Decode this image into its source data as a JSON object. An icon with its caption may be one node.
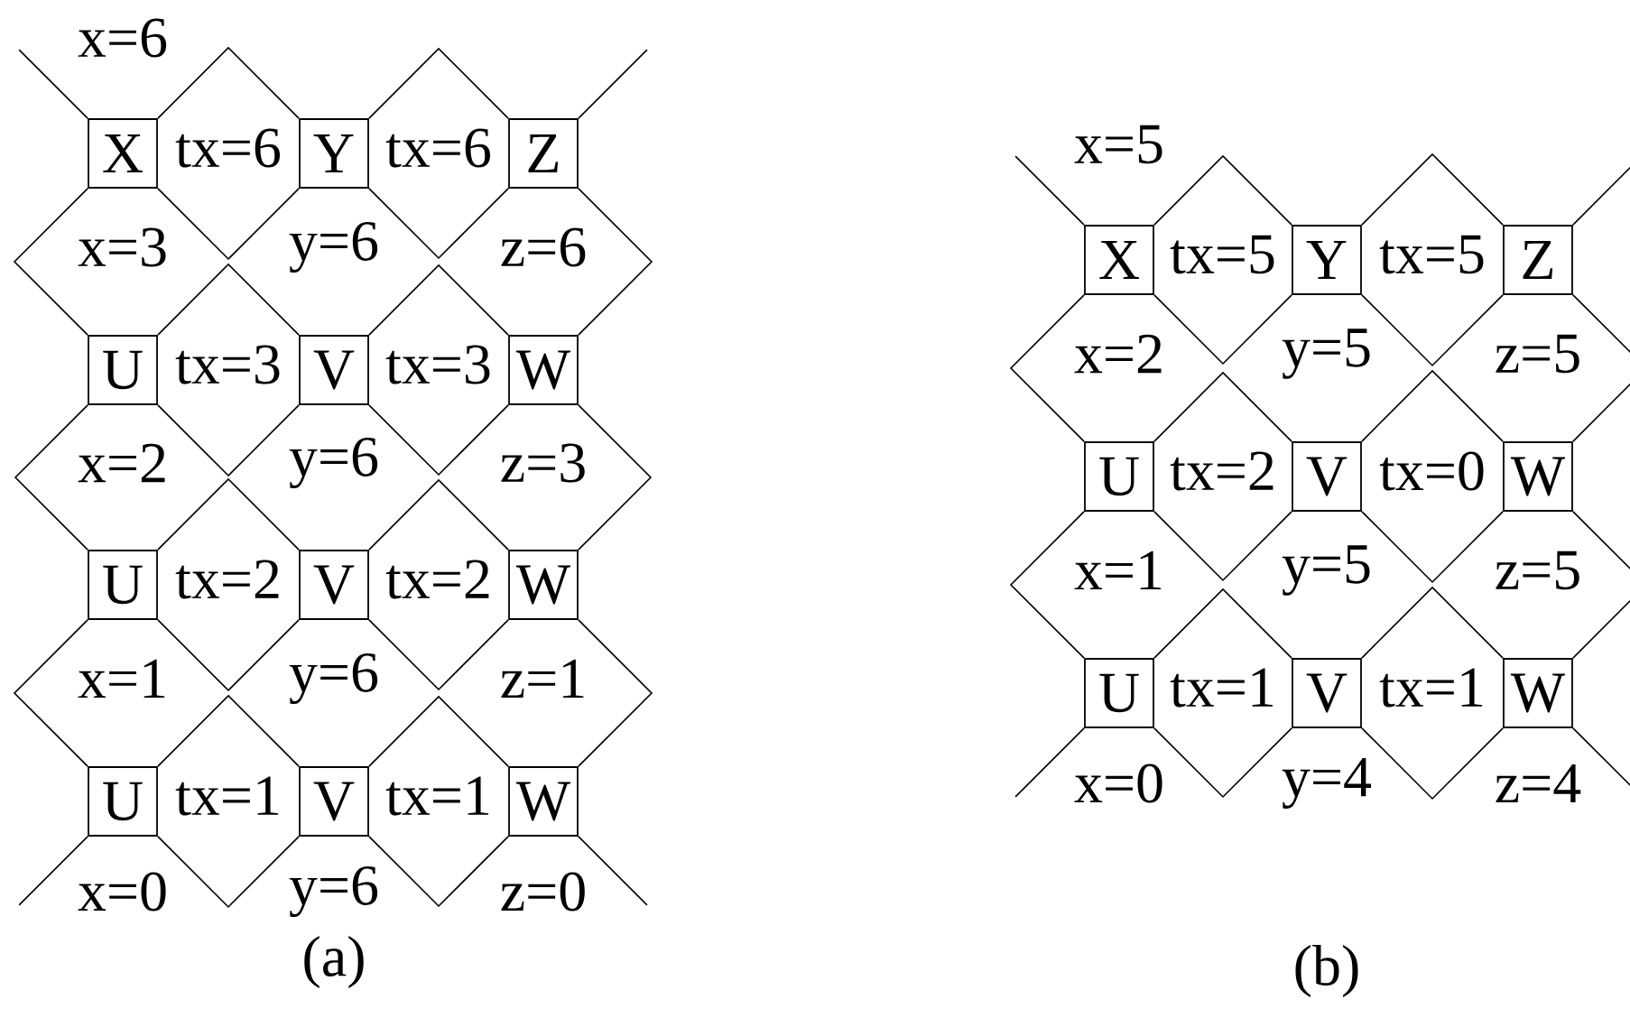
{
  "diagram": {
    "nodes": [
      {
        "text": [
          "X"
        ]
      },
      {
        "text": [
          "Y"
        ]
      },
      {
        "text": [
          "Z"
        ]
      },
      {
        "text": [
          "U"
        ]
      },
      {
        "text": [
          "V"
        ]
      },
      {
        "text": [
          "W"
        ]
      },
      {
        "text": [
          "U"
        ]
      },
      {
        "text": [
          "V"
        ]
      },
      {
        "text": [
          "W"
        ]
      },
      {
        "text": [
          "U"
        ]
      },
      {
        "text": [
          "V"
        ]
      },
      {
        "text": [
          "W"
        ]
      },
      {
        "text": [
          "X"
        ]
      },
      {
        "text": [
          "Y"
        ]
      },
      {
        "text": [
          "Z"
        ]
      },
      {
        "text": [
          "U"
        ]
      },
      {
        "text": [
          "V"
        ]
      },
      {
        "text": [
          "W"
        ]
      },
      {
        "text": [
          "U"
        ]
      },
      {
        "text": [
          "V"
        ]
      },
      {
        "text": [
          "W"
        ]
      }
    ],
    "edges": [
      {
        "from": 0,
        "to": null,
        "arrow": "none"
      },
      {
        "from": 0,
        "to": 1,
        "arrow": "none"
      },
      {
        "from": 1,
        "to": 2,
        "arrow": "none"
      },
      {
        "from": 2,
        "to": null,
        "arrow": "none"
      },
      {
        "from": 0,
        "to": 1,
        "arrow": "none"
      },
      {
        "from": 1,
        "to": 2,
        "arrow": "none"
      },
      {
        "from": 0,
        "to": 3,
        "arrow": "none"
      },
      {
        "from": 2,
        "to": 5,
        "arrow": "none"
      },
      {
        "from": 3,
        "to": 4,
        "arrow": "none"
      },
      {
        "from": 4,
        "to": 5,
        "arrow": "none"
      },
      {
        "from": 3,
        "to": 4,
        "arrow": "none"
      },
      {
        "from": 4,
        "to": 5,
        "arrow": "none"
      },
      {
        "from": 3,
        "to": 6,
        "arrow": "none"
      },
      {
        "from": 5,
        "to": 8,
        "arrow": "none"
      },
      {
        "from": 6,
        "to": 7,
        "arrow": "none"
      },
      {
        "from": 7,
        "to": 8,
        "arrow": "none"
      },
      {
        "from": 6,
        "to": 7,
        "arrow": "none"
      },
      {
        "from": 7,
        "to": 8,
        "arrow": "none"
      },
      {
        "from": 6,
        "to": 9,
        "arrow": "none"
      },
      {
        "from": 8,
        "to": 11,
        "arrow": "none"
      },
      {
        "from": 9,
        "to": 10,
        "arrow": "none"
      },
      {
        "from": 10,
        "to": 11,
        "arrow": "none"
      },
      {
        "from": 9,
        "to": 10,
        "arrow": "none"
      },
      {
        "from": 10,
        "to": 11,
        "arrow": "none"
      },
      {
        "from": 9,
        "to": null,
        "arrow": "none"
      },
      {
        "from": 11,
        "to": null,
        "arrow": "none"
      },
      {
        "from": 12,
        "to": null,
        "arrow": "none"
      },
      {
        "from": 12,
        "to": 13,
        "arrow": "none"
      },
      {
        "from": 13,
        "to": 14,
        "arrow": "none"
      },
      {
        "from": 14,
        "to": null,
        "arrow": "none"
      },
      {
        "from": 12,
        "to": 13,
        "arrow": "none"
      },
      {
        "from": 13,
        "to": 14,
        "arrow": "none"
      },
      {
        "from": 12,
        "to": 15,
        "arrow": "none"
      },
      {
        "from": 14,
        "to": 17,
        "arrow": "none"
      },
      {
        "from": 15,
        "to": 16,
        "arrow": "none"
      },
      {
        "from": 16,
        "to": 17,
        "arrow": "none"
      },
      {
        "from": 15,
        "to": 16,
        "arrow": "none"
      },
      {
        "from": 16,
        "to": 17,
        "arrow": "none"
      },
      {
        "from": 15,
        "to": 18,
        "arrow": "none"
      },
      {
        "from": 17,
        "to": 20,
        "arrow": "none"
      },
      {
        "from": 18,
        "to": 19,
        "arrow": "none"
      },
      {
        "from": 19,
        "to": 20,
        "arrow": "none"
      },
      {
        "from": 18,
        "to": 19,
        "arrow": "none"
      },
      {
        "from": 19,
        "to": 20,
        "arrow": "none"
      },
      {
        "from": 18,
        "to": null,
        "arrow": "none"
      },
      {
        "from": 20,
        "to": null,
        "arrow": "none"
      }
    ],
    "labels": [
      "x=6",
      "tx=6",
      "tx=6",
      "x=3",
      "y=6",
      "z=6",
      "tx=3",
      "tx=3",
      "x=2",
      "y=6",
      "z=3",
      "tx=2",
      "tx=2",
      "x=1",
      "y=6",
      "z=1",
      "tx=1",
      "tx=1",
      "x=0",
      "y=6",
      "z=0",
      "(a)",
      "x=5",
      "tx=5",
      "tx=5",
      "x=2",
      "y=5",
      "z=5",
      "tx=2",
      "tx=0",
      "x=1",
      "y=5",
      "z=5",
      "tx=1",
      "tx=1",
      "x=0",
      "y=4",
      "z=4",
      "(b)"
    ]
  }
}
